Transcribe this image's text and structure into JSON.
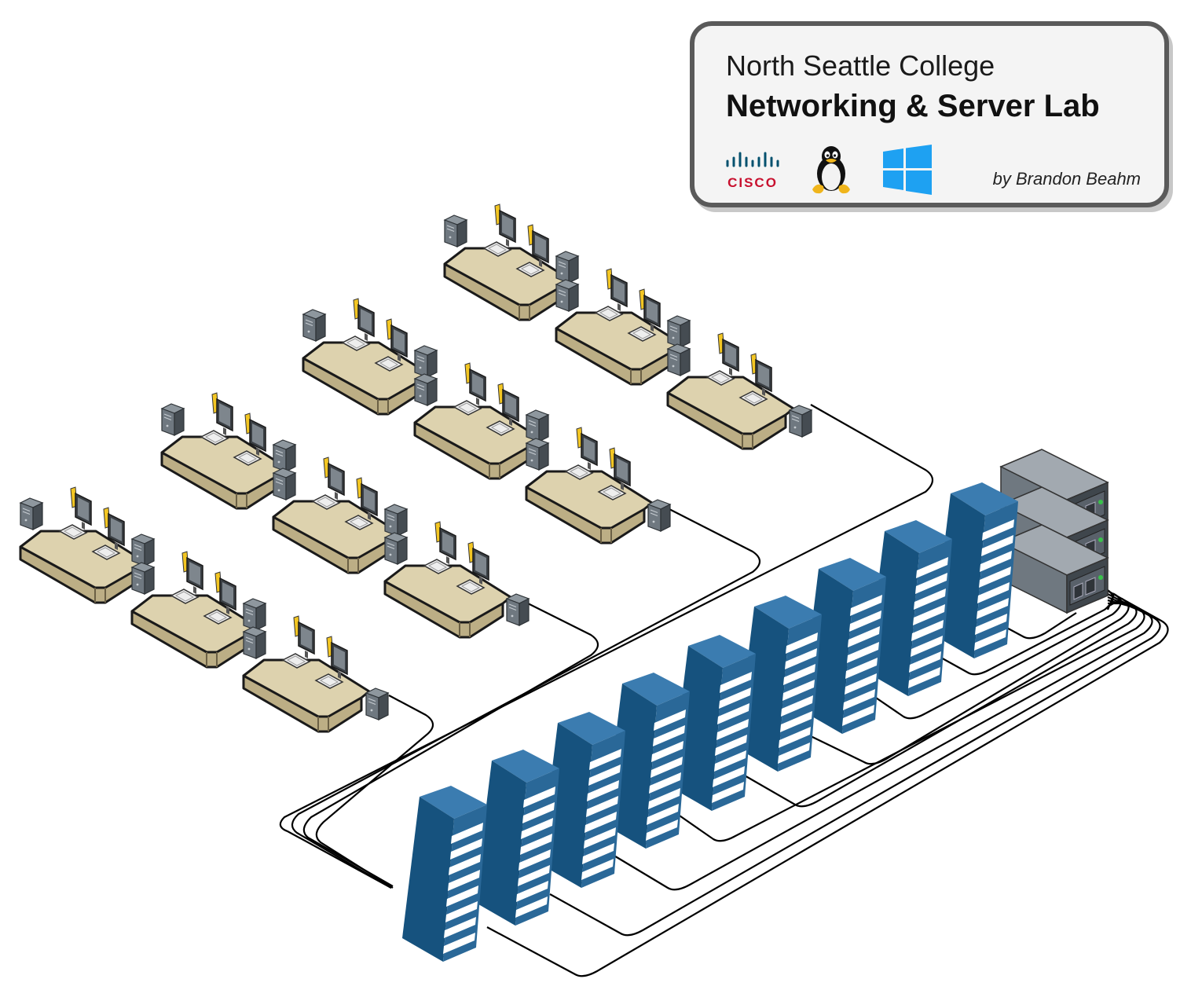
{
  "title_card": {
    "institution": "North Seattle College",
    "lab_name": "Networking & Server Lab",
    "author": "by Brandon Beahm",
    "logos": [
      {
        "icon": "cisco-logo",
        "text": "CISCO"
      },
      {
        "icon": "linux-tux-logo"
      },
      {
        "icon": "windows-logo"
      }
    ]
  },
  "diagram": {
    "lab_tables": {
      "rows": 4,
      "tables_per_row": 3,
      "monitors_per_table": 2
    },
    "server_racks": 9,
    "rack_chassis_units": 3
  },
  "colors": {
    "desk": "#dcd1ad",
    "rack_blue": "#2a6898",
    "chassis_gray": "#6f7880",
    "cable": "#000000",
    "monitor_flag": "#f3c623"
  }
}
